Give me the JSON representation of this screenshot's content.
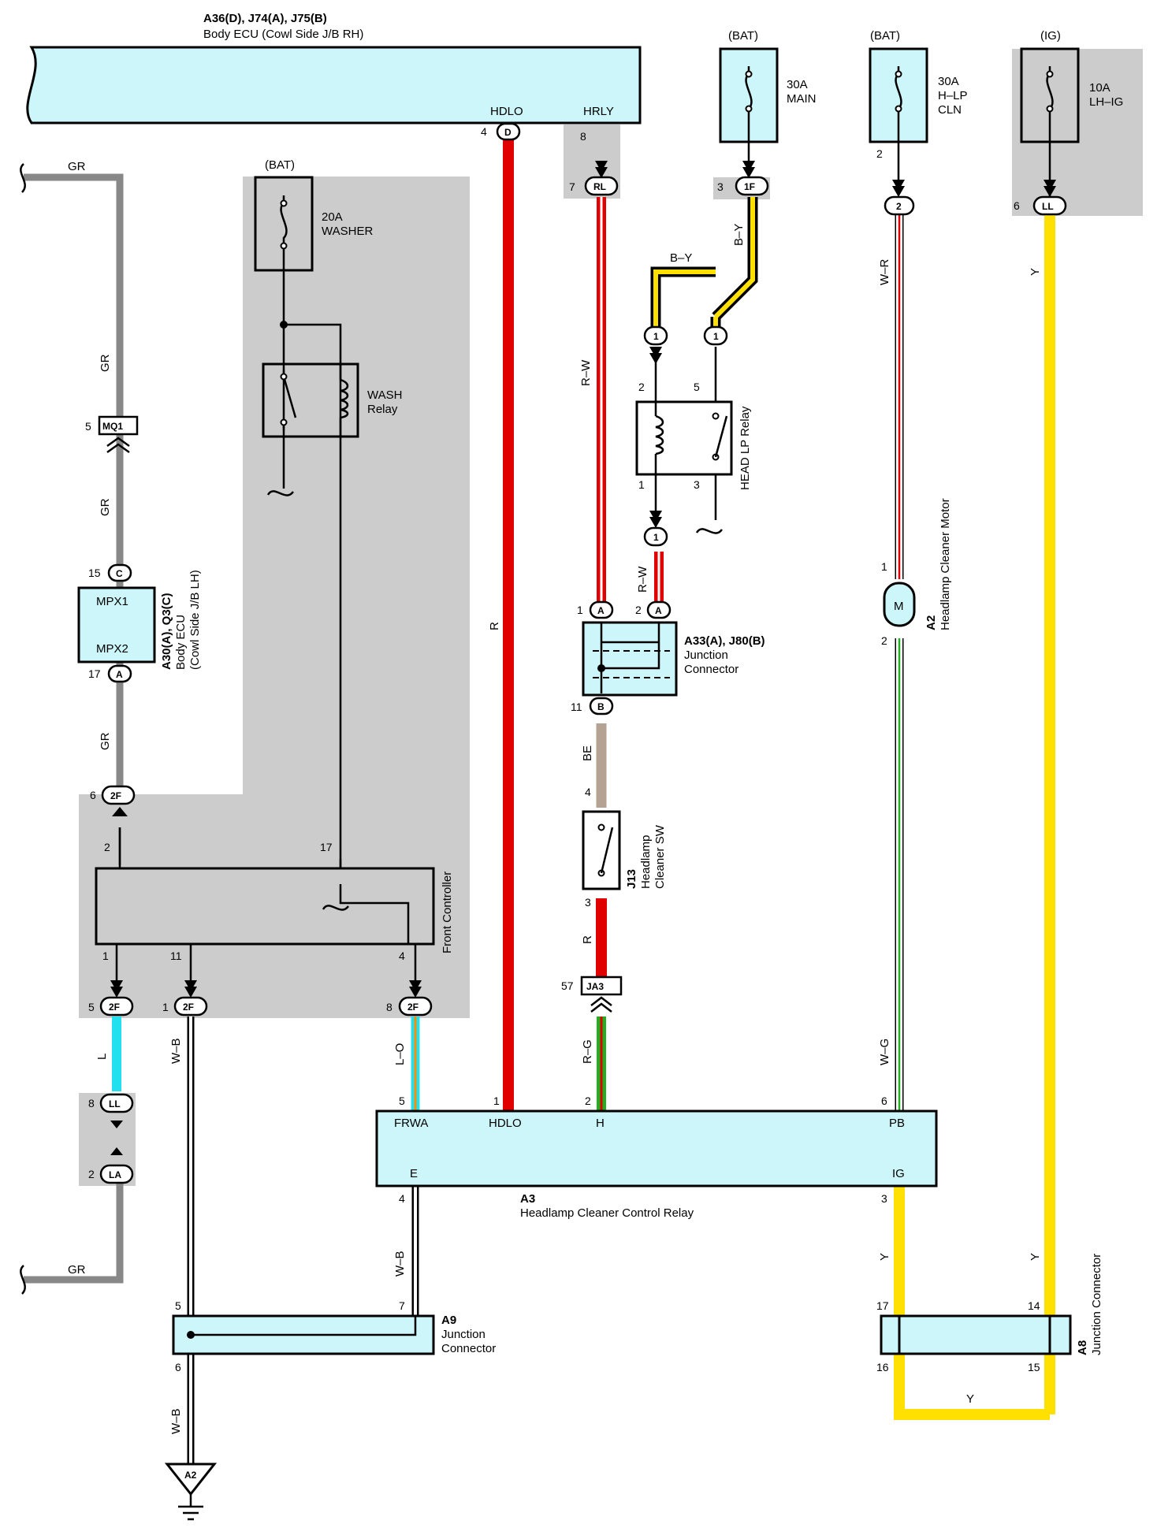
{
  "body_ecu_top": {
    "title": "A36(D), J74(A), J75(B)",
    "subtitle": "Body ECU (Cowl Side J/B RH)",
    "pin_hdlo": "HDLO",
    "pin_hrly": "HRLY"
  },
  "fuses": [
    {
      "source": "(BAT)",
      "rating": "30A",
      "name": "MAIN"
    },
    {
      "source": "(BAT)",
      "rating": "30A",
      "name_line1": "H–LP",
      "name_line2": "CLN"
    },
    {
      "source": "(IG)",
      "rating": "10A",
      "name": "LH–IG"
    },
    {
      "source": "(BAT)",
      "rating": "20A",
      "name": "WASHER"
    }
  ],
  "wash_relay": {
    "line1": "WASH",
    "line2": "Relay"
  },
  "head_lp_relay": {
    "name": "HEAD LP Relay"
  },
  "body_ecu_lh": {
    "title": "A30(A), Q3(C)",
    "line1": "Body ECU",
    "line2": "(Cowl Side J/B LH)",
    "pin1": "MPX1",
    "pin2": "MPX2"
  },
  "junction_a33": {
    "title": "A33(A), J80(B)",
    "line1": "Junction",
    "line2": "Connector"
  },
  "headlamp_sw": {
    "id": "J13",
    "line1": "Headlamp",
    "line2": "Cleaner SW"
  },
  "motor": {
    "id": "A2",
    "name": "Headlamp Cleaner Motor",
    "symbol": "M"
  },
  "front_controller": {
    "name": "Front Controller"
  },
  "control_relay": {
    "id": "A3",
    "name": "Headlamp Cleaner Control Relay",
    "pins": [
      "FRWA",
      "HDLO",
      "H",
      "PB",
      "E",
      "IG"
    ]
  },
  "junction_a9": {
    "id": "A9",
    "line1": "Junction",
    "line2": "Connector"
  },
  "junction_a8": {
    "id": "A8",
    "name": "Junction Connector"
  },
  "ground": {
    "id": "A2"
  },
  "connectors": [
    "D",
    "RL",
    "1F",
    "2",
    "LL",
    "MQ1",
    "C",
    "A",
    "B",
    "2F",
    "LA",
    "JA3",
    "1"
  ],
  "wire_colors": [
    "GR",
    "R",
    "R–W",
    "B–Y",
    "W–R",
    "Y",
    "BE",
    "L",
    "W–B",
    "L–O",
    "R–G",
    "W–G"
  ],
  "pin_numbers": [
    "1",
    "2",
    "3",
    "4",
    "5",
    "6",
    "7",
    "8",
    "11",
    "14",
    "15",
    "16",
    "17",
    "57"
  ]
}
